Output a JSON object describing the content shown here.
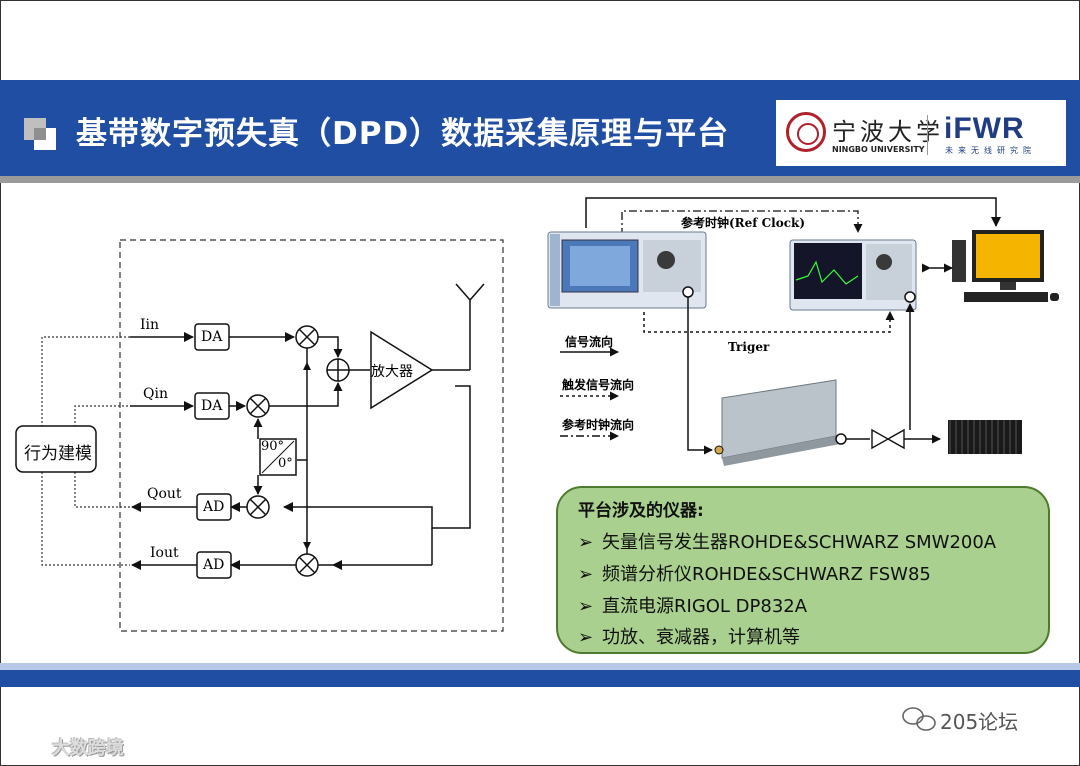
{
  "slide": {
    "title": "基带数字预失真（DPD）数据采集原理与平台",
    "logos": {
      "university_cn": "宁波大学",
      "university_en": "NINGBO UNIVERSITY",
      "lab": "iFWR",
      "lab_sub": "未来无线研究院"
    },
    "watermark": "205论坛",
    "brand": "大数跨境",
    "colors": {
      "header": "#1f4ea3",
      "info_box": "#a9d08e",
      "monitor": "#f5b400"
    }
  },
  "diagram": {
    "modeling_block": "行为建模",
    "signals": {
      "iin": "Iin",
      "qin": "Qin",
      "qout": "Qout",
      "iout": "Iout"
    },
    "da": "DA",
    "ad": "AD",
    "amplifier": "放大器",
    "phase_top": "90°",
    "phase_bottom": "0°"
  },
  "platform": {
    "ref_clock": "参考时钟(Ref Clock)",
    "trigger": "Triger",
    "legend": {
      "signal_flow": "信号流向",
      "trigger_flow": "触发信号流向",
      "clock_flow": "参考时钟流向"
    },
    "instruments_title": "平台涉及的仪器:",
    "instruments": [
      "矢量信号发生器ROHDE&SCHWARZ SMW200A",
      "频谱分析仪ROHDE&SCHWARZ FSW85",
      "直流电源RIGOL DP832A",
      "功放、衰减器，计算机等"
    ]
  }
}
